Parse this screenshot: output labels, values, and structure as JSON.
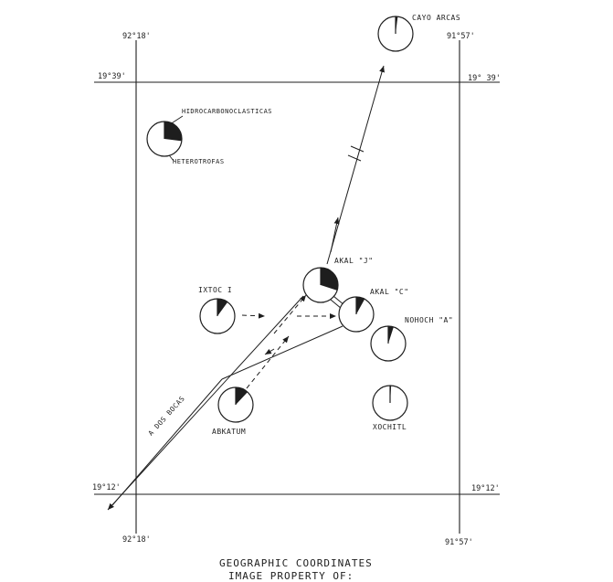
{
  "coordinates": {
    "top_left_lon": "92°18'",
    "top_right_lon": "91°57'",
    "bottom_left_lon": "92°18'",
    "bottom_right_lon": "91°57'",
    "top_left_lat": "19°39'",
    "top_right_lat": "19° 39'",
    "bottom_left_lat": "19°12'",
    "bottom_right_lat": "19°12'"
  },
  "legend": {
    "hidrocarbonoclasticas": "HIDROCARBONOCLASTICAS",
    "heterotrofas": "HETEROTROFAS",
    "fraction": 0.27
  },
  "sites": {
    "cayo_arcas": {
      "label": "CAYO ARCAS",
      "fraction": 0.02
    },
    "akal_j": {
      "label": "AKAL \"J\"",
      "fraction": 0.3
    },
    "akal_c": {
      "label": "AKAL \"C\"",
      "fraction": 0.08
    },
    "nohoch_a": {
      "label": "NOHOCH \"A\"",
      "fraction": 0.05
    },
    "ixtoc_i": {
      "label": "IXTOC I",
      "fraction": 0.1
    },
    "abkatum": {
      "label": "ABKATUM",
      "fraction": 0.12
    },
    "xochitl": {
      "label": "XOCHITL",
      "fraction": 0.01
    }
  },
  "route_label": "A DOS BOCAS",
  "caption": {
    "line1": "GEOGRAPHIC COORDINATES",
    "line2": "IMAGE PROPERTY OF:"
  },
  "colors": {
    "ink": "#1e1e1e",
    "paper": "#ffffff"
  }
}
